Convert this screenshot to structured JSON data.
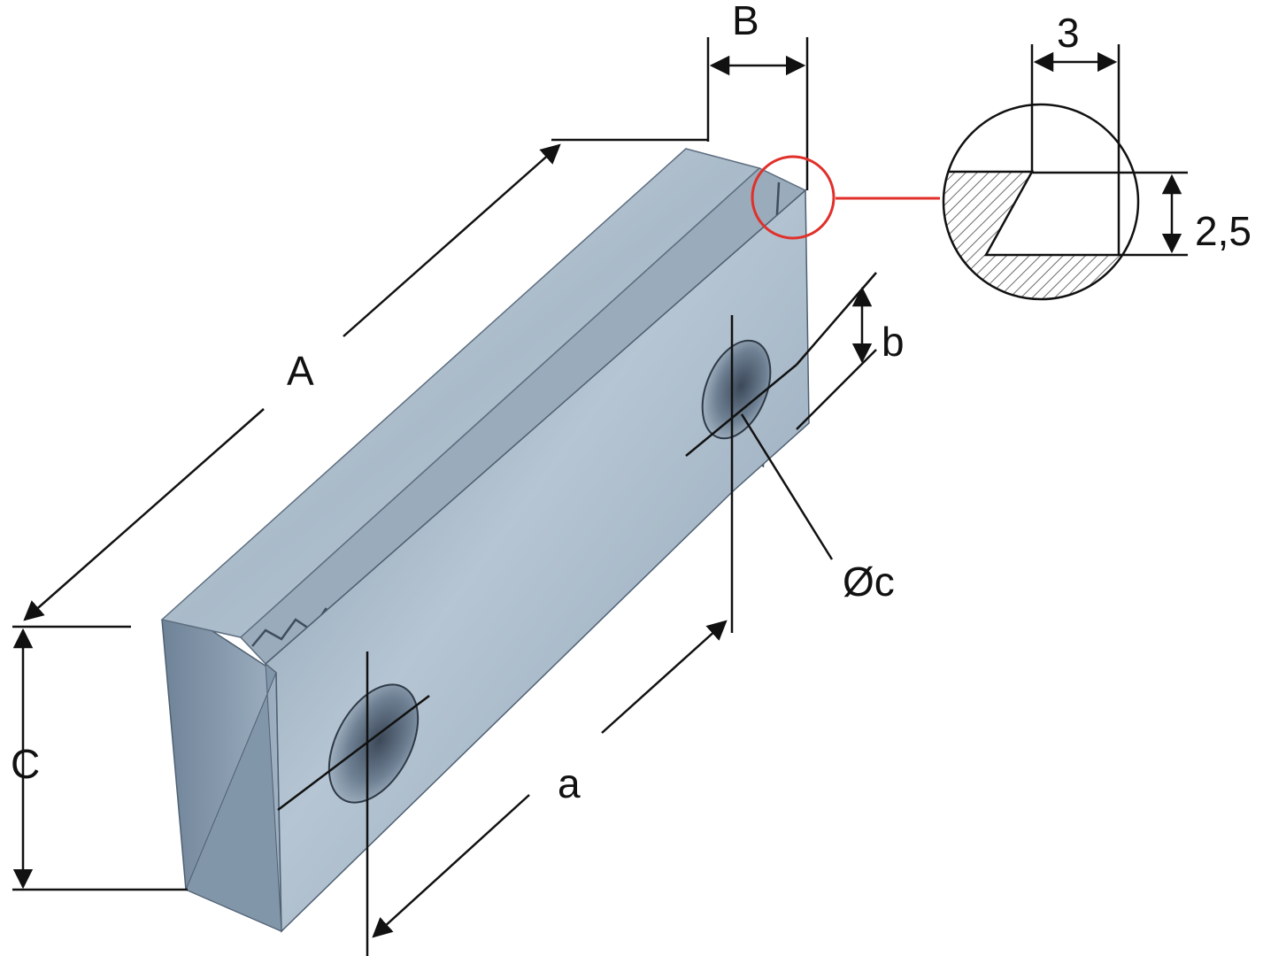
{
  "labels": {
    "A": "A",
    "B": "B",
    "C": "C",
    "a": "a",
    "b": "b",
    "c": "Øc",
    "detail_width": "3",
    "detail_depth": "2,5"
  },
  "colors": {
    "line": "#111111",
    "highlight": "#e0302a",
    "steel_light": "#c9d6e2",
    "steel_mid": "#8fa3b6",
    "steel_dark": "#4f6072",
    "hatch": "#7a7a7a"
  }
}
